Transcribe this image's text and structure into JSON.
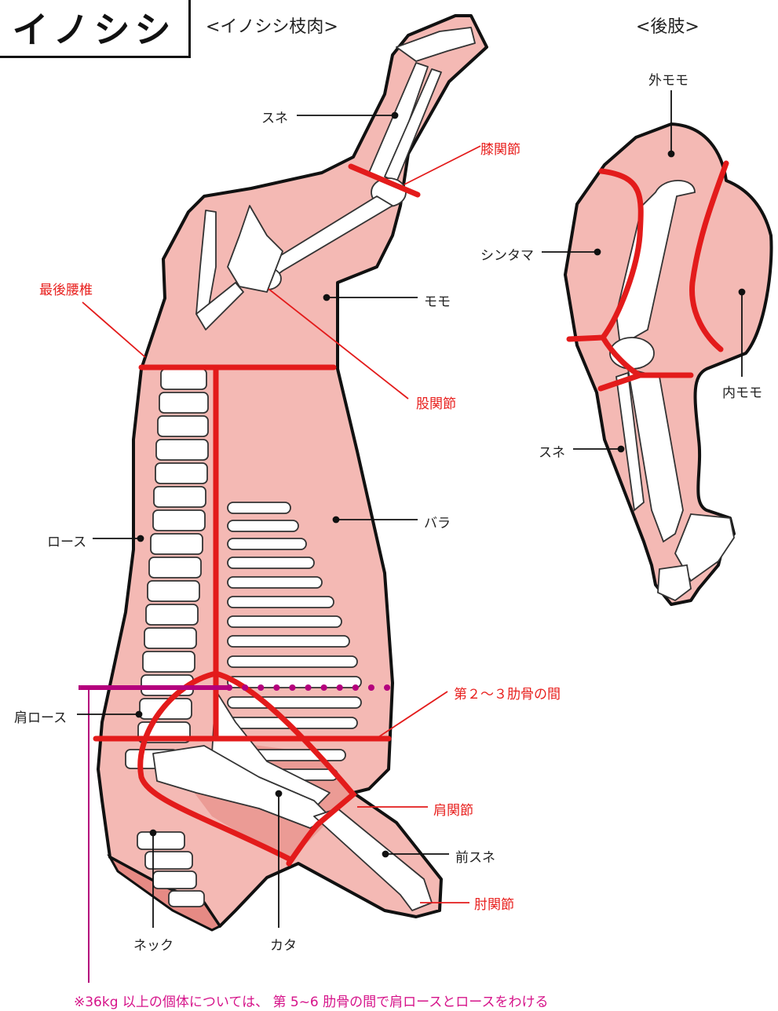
{
  "title": "イノシシ",
  "header_carcass": "<イノシシ枝肉>",
  "header_hind": "<後肢>",
  "carcass_labels": {
    "shank": "スネ",
    "knee": "膝関節",
    "last_lumbar": "最後腰椎",
    "thigh": "モモ",
    "hip": "股関節",
    "loin": "ロース",
    "belly": "バラ",
    "ribs_2_3": "第２～３肋骨の間",
    "shoulder_loin": "肩ロース",
    "shoulder_joint": "肩関節",
    "fore_shank": "前スネ",
    "elbow": "肘関節",
    "neck": "ネック",
    "shoulder": "カタ"
  },
  "hind_labels": {
    "outer_thigh": "外モモ",
    "round": "シンタマ",
    "inner_thigh": "内モモ",
    "shank": "スネ"
  },
  "footnote": "※36kg 以上の個体については、 第 5~6 肋骨の間で肩ロースとロースをわける",
  "colors": {
    "meat": "#f4b9b4",
    "meat_dark": "#e68a84",
    "cut_line": "#e31b1b",
    "bone": "#ffffff",
    "magenta": "#b4007d",
    "note": "#d6148a"
  }
}
